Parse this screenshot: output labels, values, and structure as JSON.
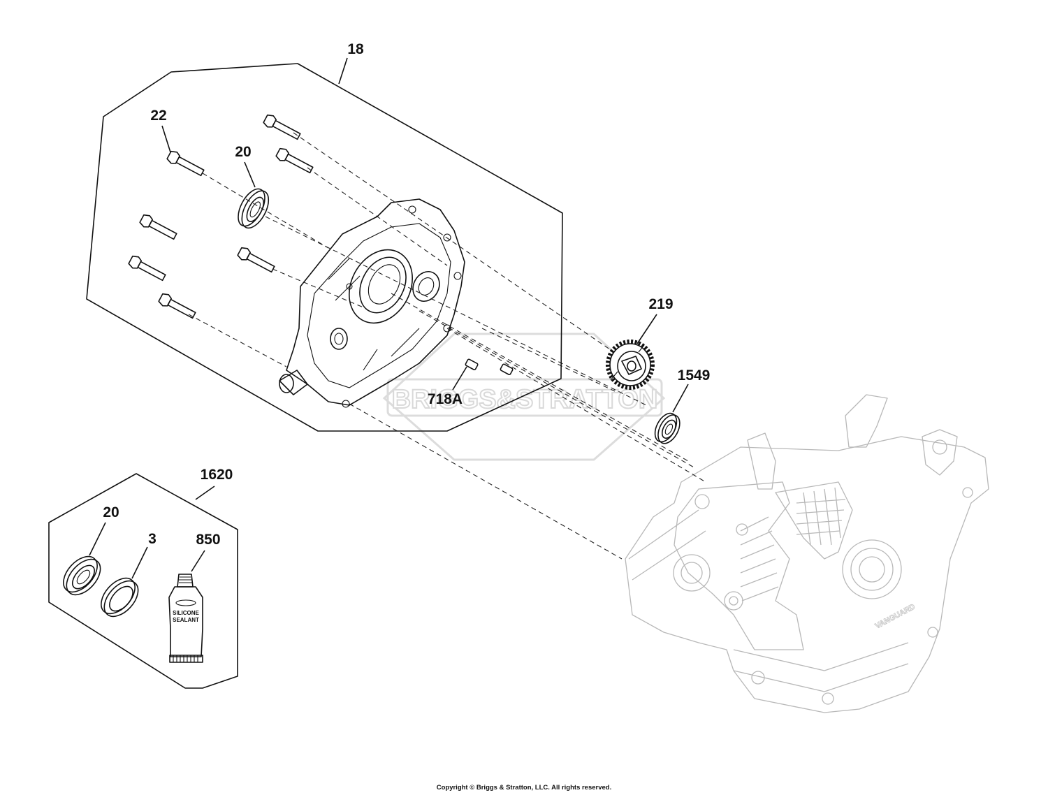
{
  "watermark": "BRIGGS&STRATTON",
  "parts": {
    "p18": "18",
    "p22": "22",
    "p20_top": "20",
    "p219": "219",
    "p1549": "1549",
    "p718a": "718A",
    "p1620": "1620",
    "p20_kit": "20",
    "p3": "3",
    "p850": "850"
  },
  "tube": {
    "line1": "SILICONE",
    "line2": "SEALANT"
  },
  "engine_badge": "VANGUARD",
  "copyright": "Copyright © Briggs & Stratton, LLC. All rights reserved."
}
